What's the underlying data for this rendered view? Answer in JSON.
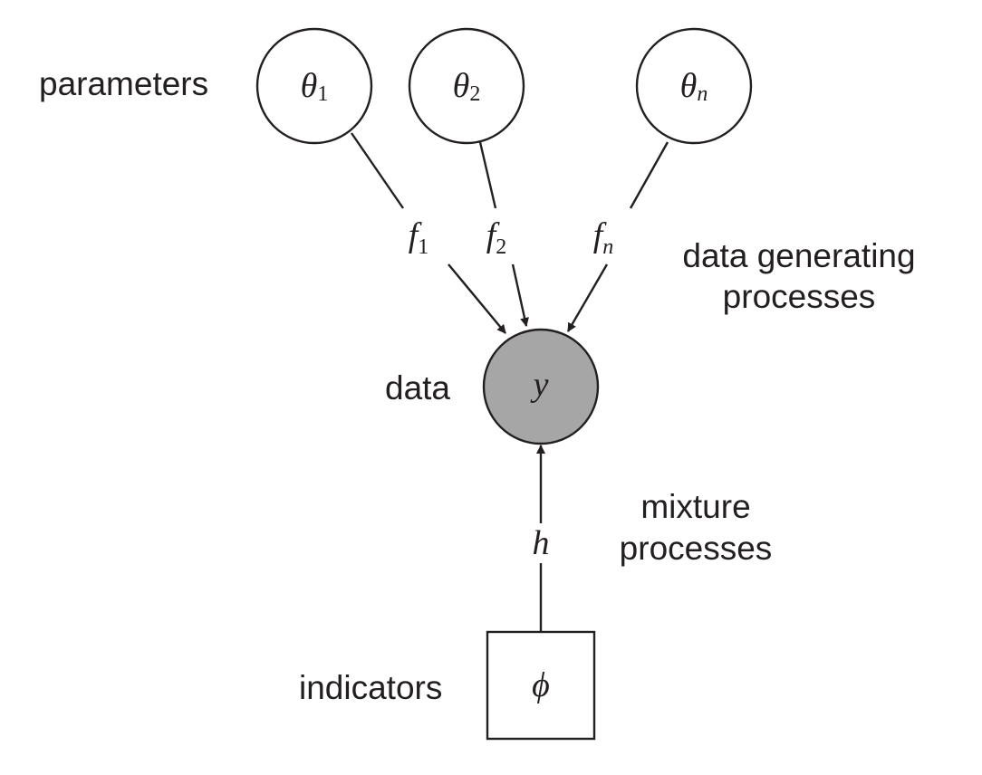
{
  "labels": {
    "parameters": "parameters",
    "data_generating_line1": "data generating",
    "data_generating_line2": "processes",
    "data": "data",
    "mixture_line1": "mixture",
    "mixture_line2": "processes",
    "indicators": "indicators"
  },
  "nodes": {
    "theta1": {
      "symbol": "θ",
      "subscript": "1"
    },
    "theta2": {
      "symbol": "θ",
      "subscript": "2"
    },
    "thetan": {
      "symbol": "θ",
      "subscript": "n"
    },
    "y": {
      "symbol": "y"
    },
    "phi": {
      "symbol": "ϕ"
    }
  },
  "edges": {
    "f1": {
      "symbol": "f",
      "subscript": "1"
    },
    "f2": {
      "symbol": "f",
      "subscript": "2"
    },
    "fn": {
      "symbol": "f",
      "subscript": "n"
    },
    "h": {
      "symbol": "h"
    }
  },
  "colors": {
    "observed_fill": "#a6a6a6",
    "stroke": "#231f20"
  }
}
